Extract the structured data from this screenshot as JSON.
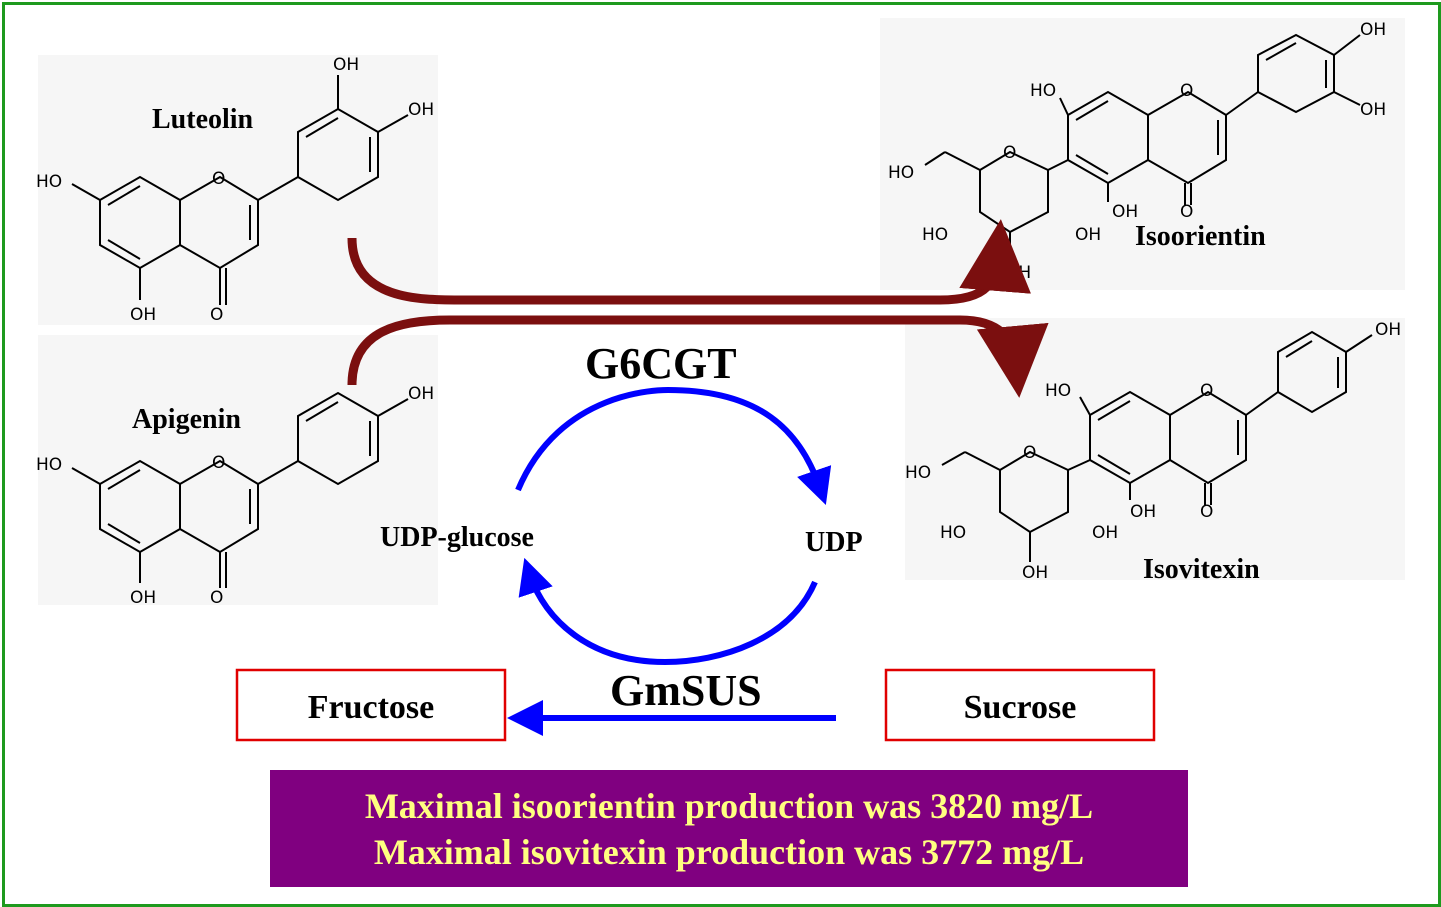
{
  "compounds": {
    "luteolin": "Luteolin",
    "apigenin": "Apigenin",
    "isoorientin": "Isoorientin",
    "isovitexin": "Isovitexin"
  },
  "atoms": {
    "hydroxyl": "OH",
    "hydroxyl_left": "HO",
    "oxygen": "O"
  },
  "enzymes": {
    "glycosyltransferase": "G6CGT",
    "sucrose_synthase": "GmSUS"
  },
  "cofactors": {
    "donor": "UDP-glucose",
    "product": "UDP"
  },
  "sugars": {
    "fructose": "Fructose",
    "sucrose": "Sucrose"
  },
  "results": [
    "Maximal isoorientin production was 3820 mg/L",
    "Maximal isovitexin production was 3772 mg/L"
  ],
  "colors": {
    "border": "#1e9a1e",
    "reaction_arrow": "#7b0f0f",
    "cycle_arrow": "#0000ff",
    "box_border": "#e00000",
    "result_bg": "#800080",
    "result_text": "#ffff80"
  }
}
